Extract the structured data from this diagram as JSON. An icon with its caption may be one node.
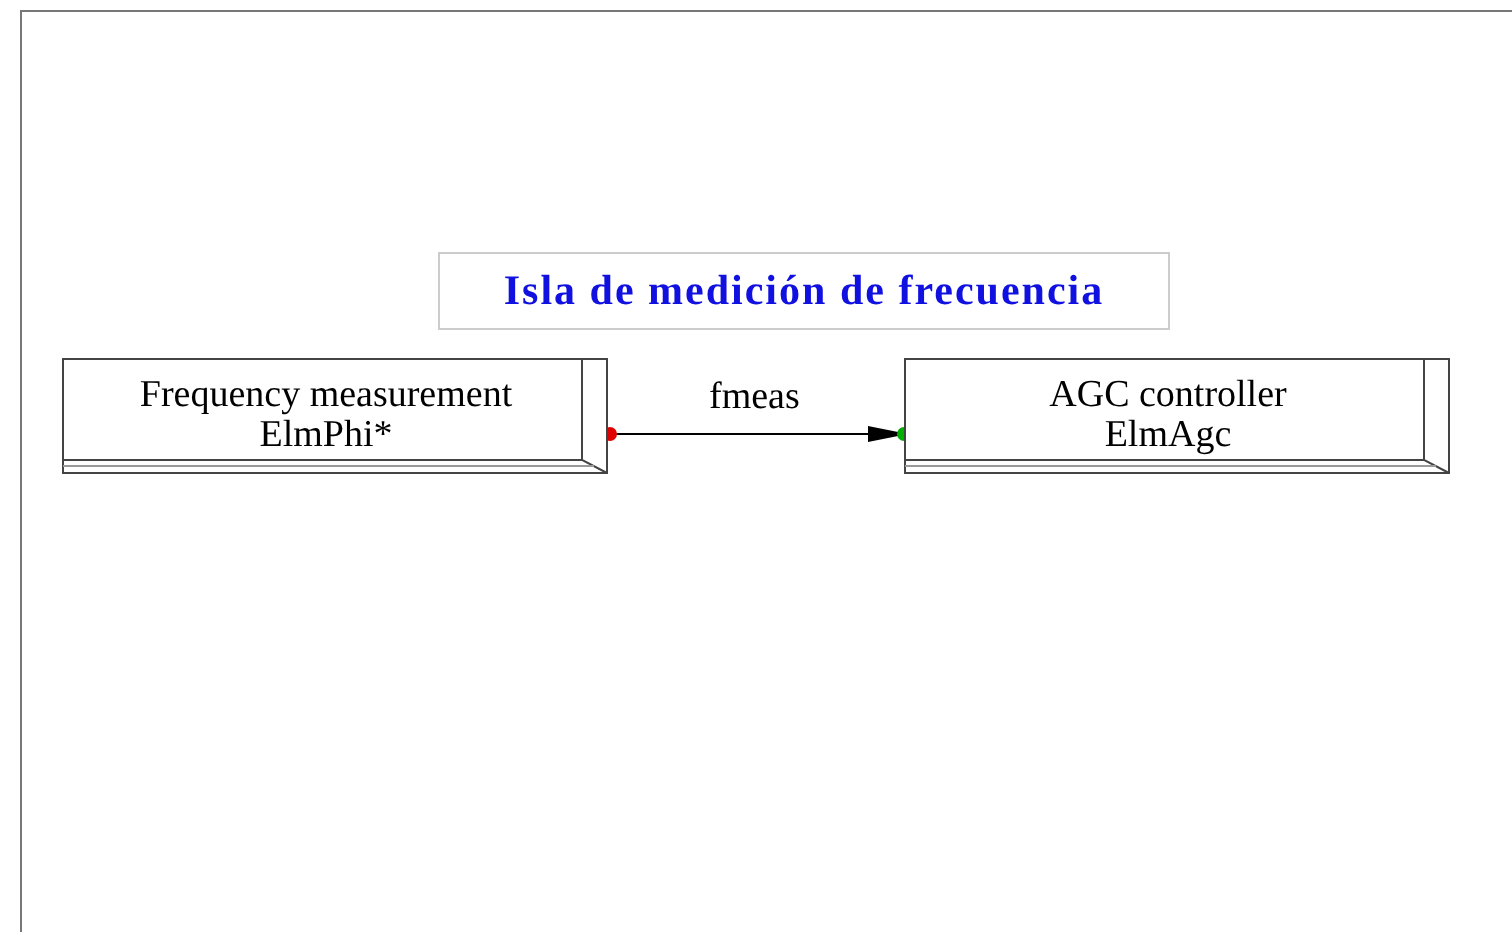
{
  "diagram": {
    "title": "Isla de medición de frecuencia",
    "nodes": [
      {
        "text": [
          "Frequency measurement",
          "ElmPhi*"
        ]
      },
      {
        "text": [
          "AGC controller",
          "ElmAgc"
        ]
      }
    ],
    "edges": [
      {
        "from": 0,
        "to": 1,
        "arrow": "to",
        "label": "fmeas"
      }
    ]
  }
}
